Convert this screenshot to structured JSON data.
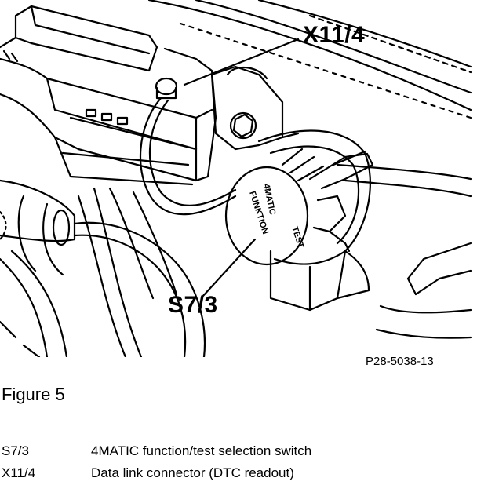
{
  "callouts": {
    "connector": "X11/4",
    "switch": "S7/3"
  },
  "switch_face": {
    "line1": "4MATIC",
    "line2": "FUNKTION",
    "line3": "TEST"
  },
  "reference_code": "P28-5038-13",
  "figure_caption": "Figure 5",
  "legend": [
    {
      "code": "S7/3",
      "description": "4MATIC function/test selection switch"
    },
    {
      "code": "X11/4",
      "description": "Data link connector (DTC readout)"
    }
  ],
  "colors": {
    "ink": "#000000",
    "paper": "#ffffff"
  }
}
